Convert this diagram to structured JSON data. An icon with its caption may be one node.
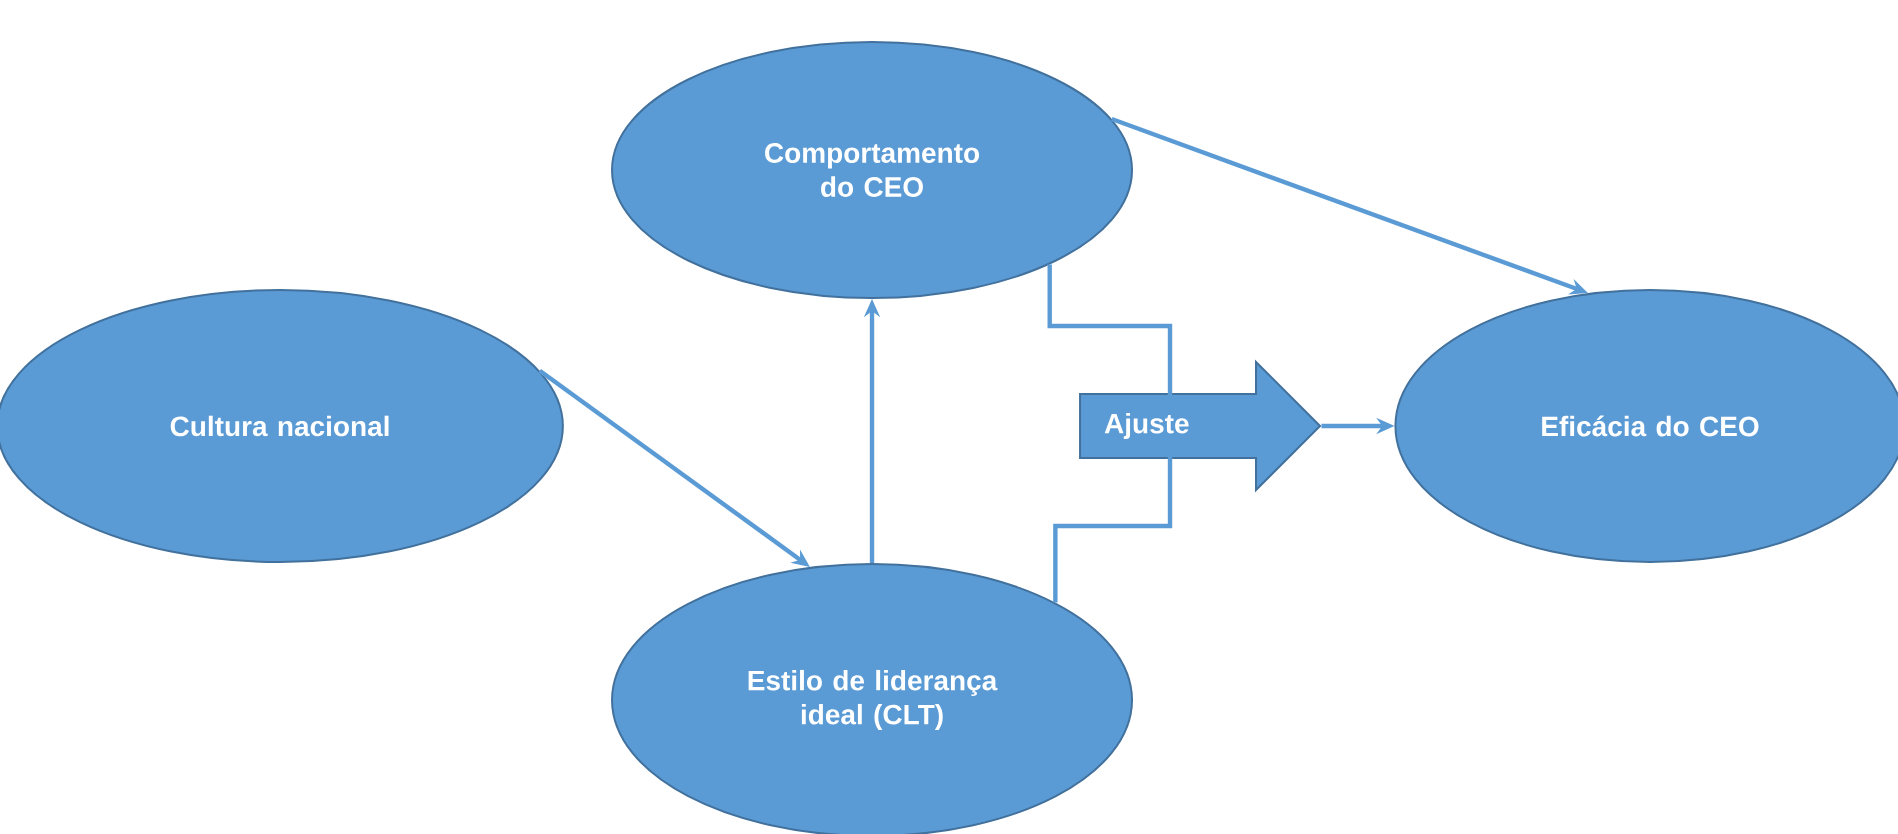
{
  "diagram": {
    "nodes": [
      {
        "text": [
          "Comportamento do CEO"
        ]
      },
      {
        "text": [
          "Cultura nacional"
        ]
      },
      {
        "text": [
          "Eficácia do CEO"
        ]
      },
      {
        "text": [
          "Estilo de liderança ideal (CLT)"
        ]
      },
      {
        "text": [
          "Ajuste"
        ]
      }
    ],
    "edges": [
      {
        "from": 1,
        "to": 3,
        "arrow": "to"
      },
      {
        "from": 3,
        "to": 0,
        "arrow": "to"
      },
      {
        "from": 0,
        "to": 2,
        "arrow": "to"
      },
      {
        "from": 4,
        "to": 2,
        "arrow": "to"
      },
      {
        "from": 0,
        "to": 4,
        "arrow": "none"
      },
      {
        "from": 3,
        "to": 4,
        "arrow": "none"
      }
    ]
  }
}
